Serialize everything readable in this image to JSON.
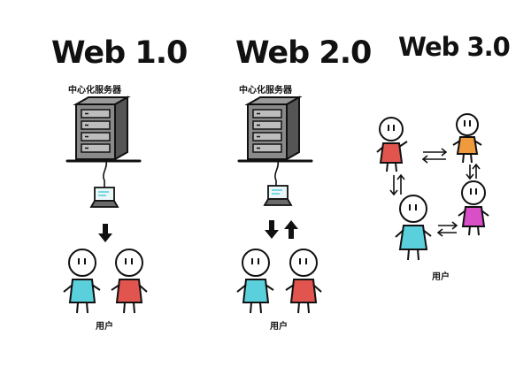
{
  "panels": [
    {
      "title": "Web 1.0",
      "server_label": "中心化服务器",
      "users_label": "用户",
      "arrows": [
        "down"
      ]
    },
    {
      "title": "Web 2.0",
      "server_label": "中心化服务器",
      "users_label": "用户",
      "arrows": [
        "down",
        "up"
      ]
    },
    {
      "title": "Web 3.0",
      "users_label": "用户",
      "arrows": [
        "bidirectional"
      ]
    }
  ],
  "colors": {
    "user_cyan": "#5ad0dc",
    "user_red": "#e2554f",
    "user_orange": "#f09a3e",
    "user_magenta": "#d84fc8",
    "server_gray": "#8a8a8a",
    "laptop_screen": "#5ad0dc"
  }
}
